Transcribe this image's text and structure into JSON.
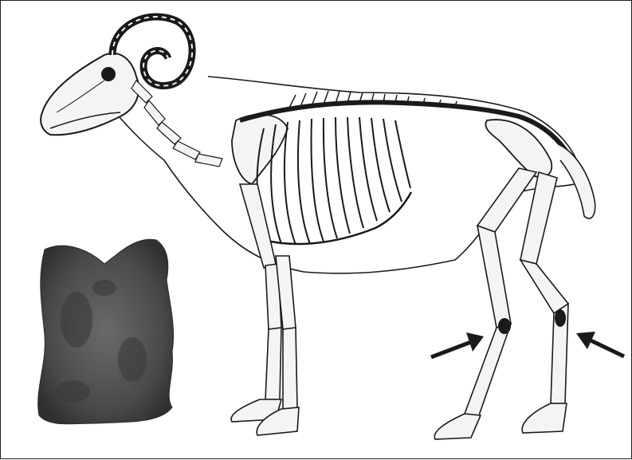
{
  "figure": {
    "subject": "sheep-skeleton",
    "inset": "bone-fragment",
    "arrows": [
      "arrow-hind-leg-front",
      "arrow-hind-leg-back"
    ]
  },
  "colors": {
    "outline": "#1a1a1a",
    "bone_fill": "#f4f4f2",
    "fragment_dark": "#3a3a3a",
    "fragment_mid": "#5a5a5a",
    "background": "#ffffff"
  }
}
